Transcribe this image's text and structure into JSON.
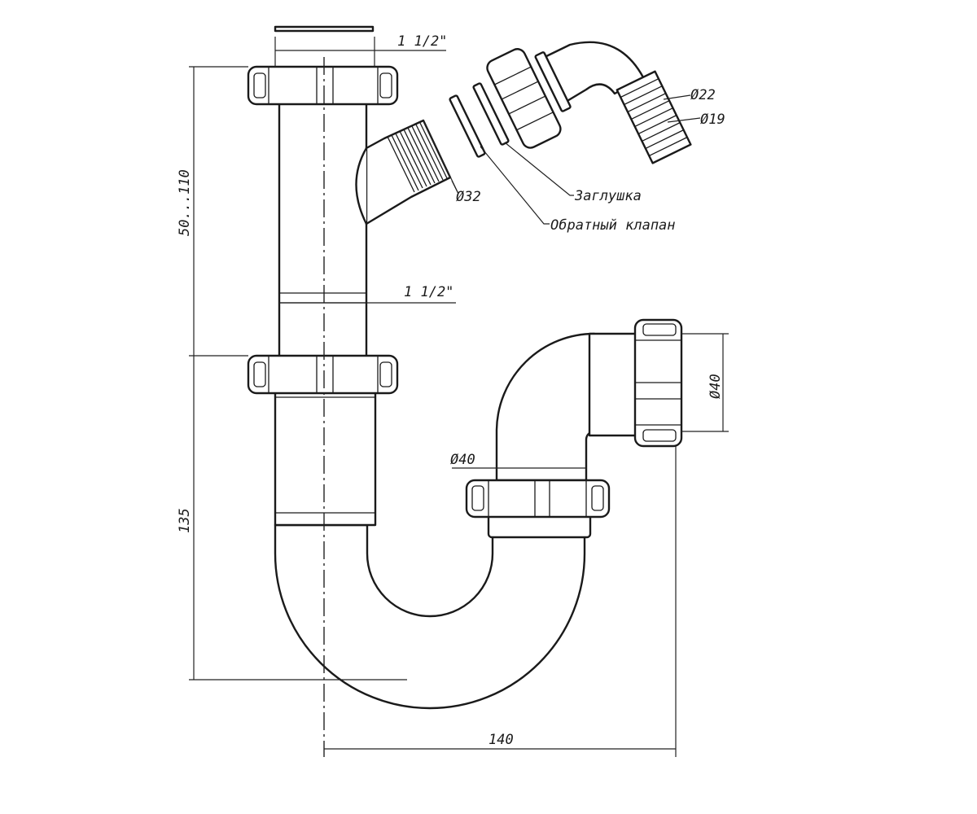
{
  "diagram": {
    "dimensions": {
      "inlet_thread_top": "1 1/2\"",
      "inlet_thread_mid": "1 1/2\"",
      "branch_diameter": "Ø32",
      "hose_outer_diameter": "Ø22",
      "hose_inner_diameter": "Ø19",
      "outlet_diameter": "Ø40",
      "trap_diameter": "Ø40",
      "vertical_adjustment": "50...110",
      "trap_height": "135",
      "horizontal_offset": "140"
    },
    "callouts": {
      "plug": "Заглушка",
      "check_valve": "Обратный клапан"
    }
  }
}
